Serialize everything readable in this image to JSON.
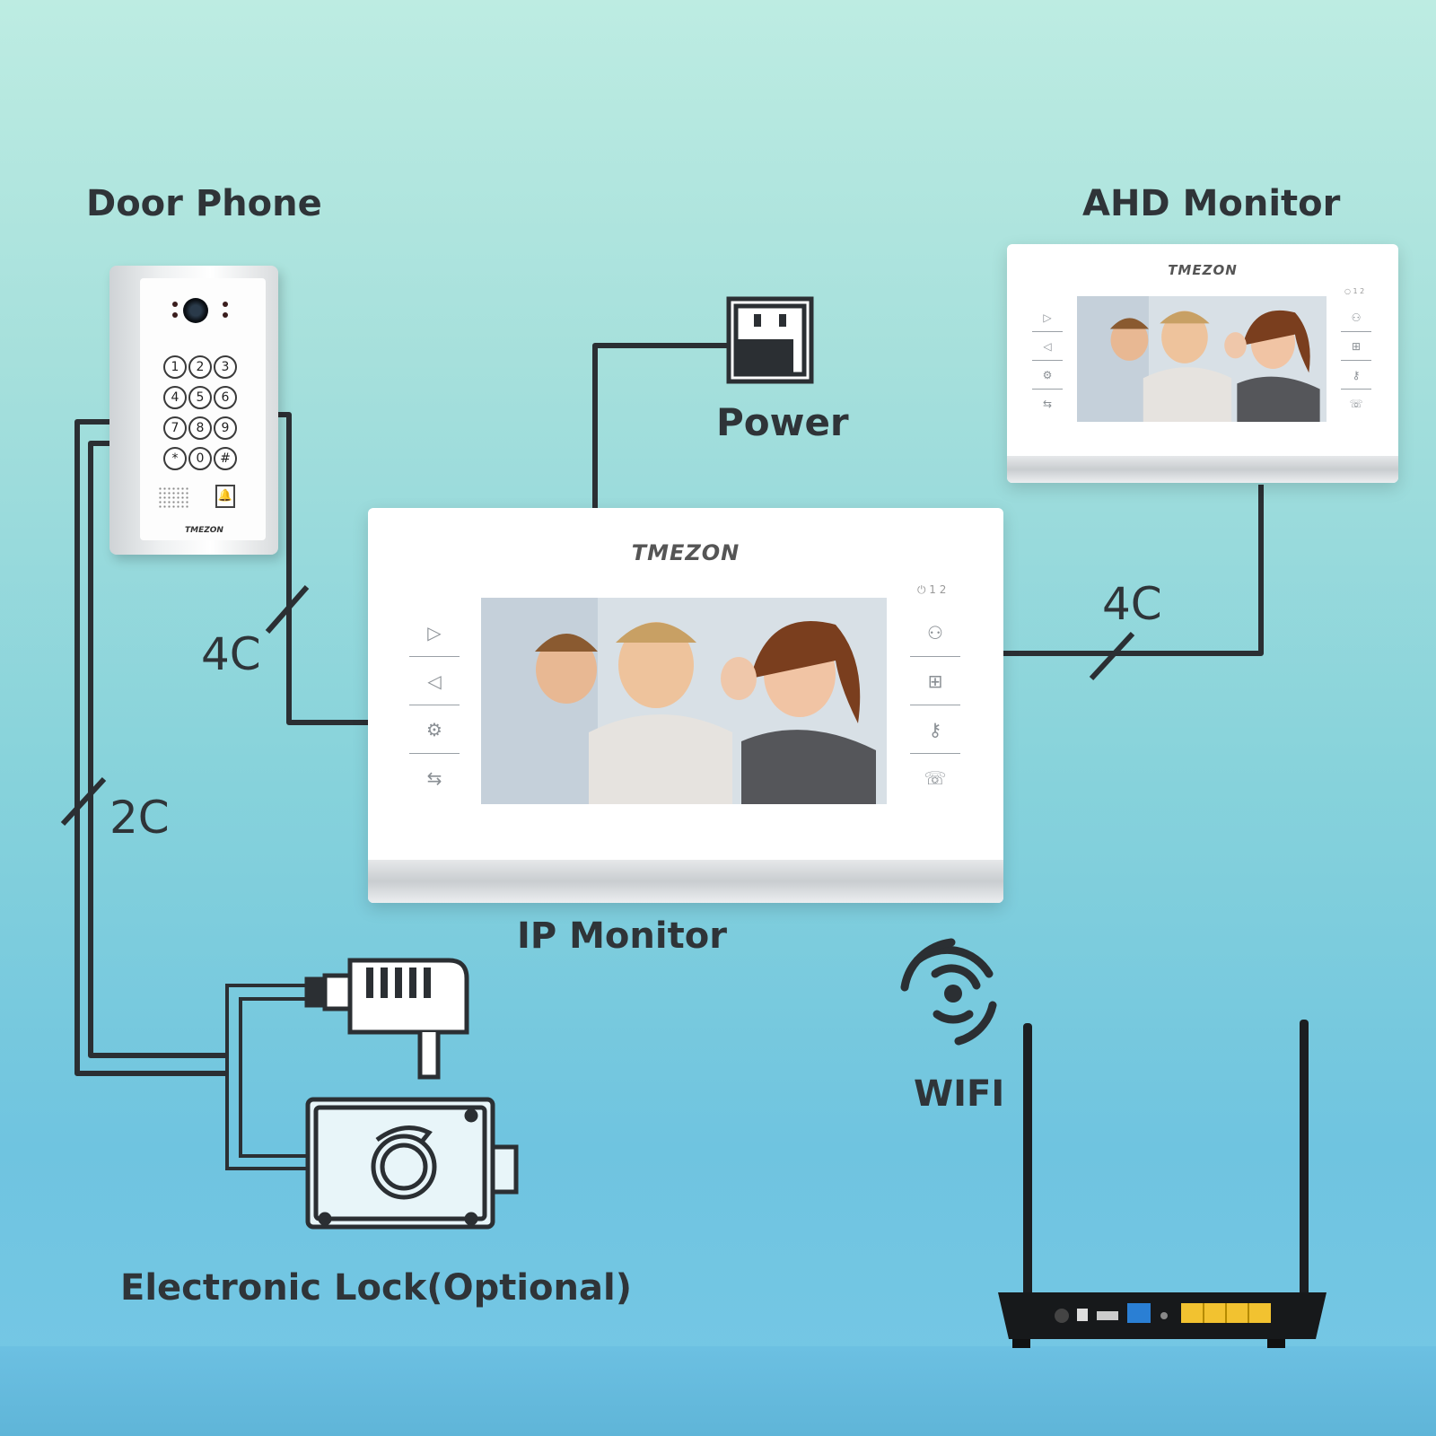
{
  "labels": {
    "door_phone": "Door Phone",
    "ahd_monitor": "AHD Monitor",
    "power": "Power",
    "ip_monitor": "IP Monitor",
    "wifi": "WIFI",
    "electronic_lock": "Electronic Lock(Optional)"
  },
  "wires": {
    "door_to_ip": "4C",
    "ip_to_ahd": "4C",
    "door_to_lock": "2C"
  },
  "door_phone": {
    "brand": "TMEZON",
    "keys": [
      "1",
      "2",
      "3",
      "4",
      "5",
      "6",
      "7",
      "8",
      "9",
      "*",
      "0",
      "#"
    ],
    "bell_icon": "🔔"
  },
  "ip_monitor": {
    "brand": "TMEZON",
    "led_labels": "⏻  1  2",
    "left_buttons": [
      "▷",
      "◁",
      "⚙",
      "⇆"
    ],
    "right_buttons": [
      "⚇",
      "⊞",
      "⚷",
      "☏"
    ]
  },
  "ahd_monitor": {
    "brand": "TMEZON",
    "led_labels": "○  1  2",
    "left_buttons": [
      "▷",
      "◁",
      "⚙",
      "⇆"
    ],
    "right_buttons": [
      "⚇",
      "⊞",
      "⚷",
      "☏"
    ]
  },
  "colors": {
    "wire": "#2b2f33",
    "label": "#2f3438",
    "router_ports": "#f2c230",
    "router_blue_port": "#2a7fd4"
  }
}
